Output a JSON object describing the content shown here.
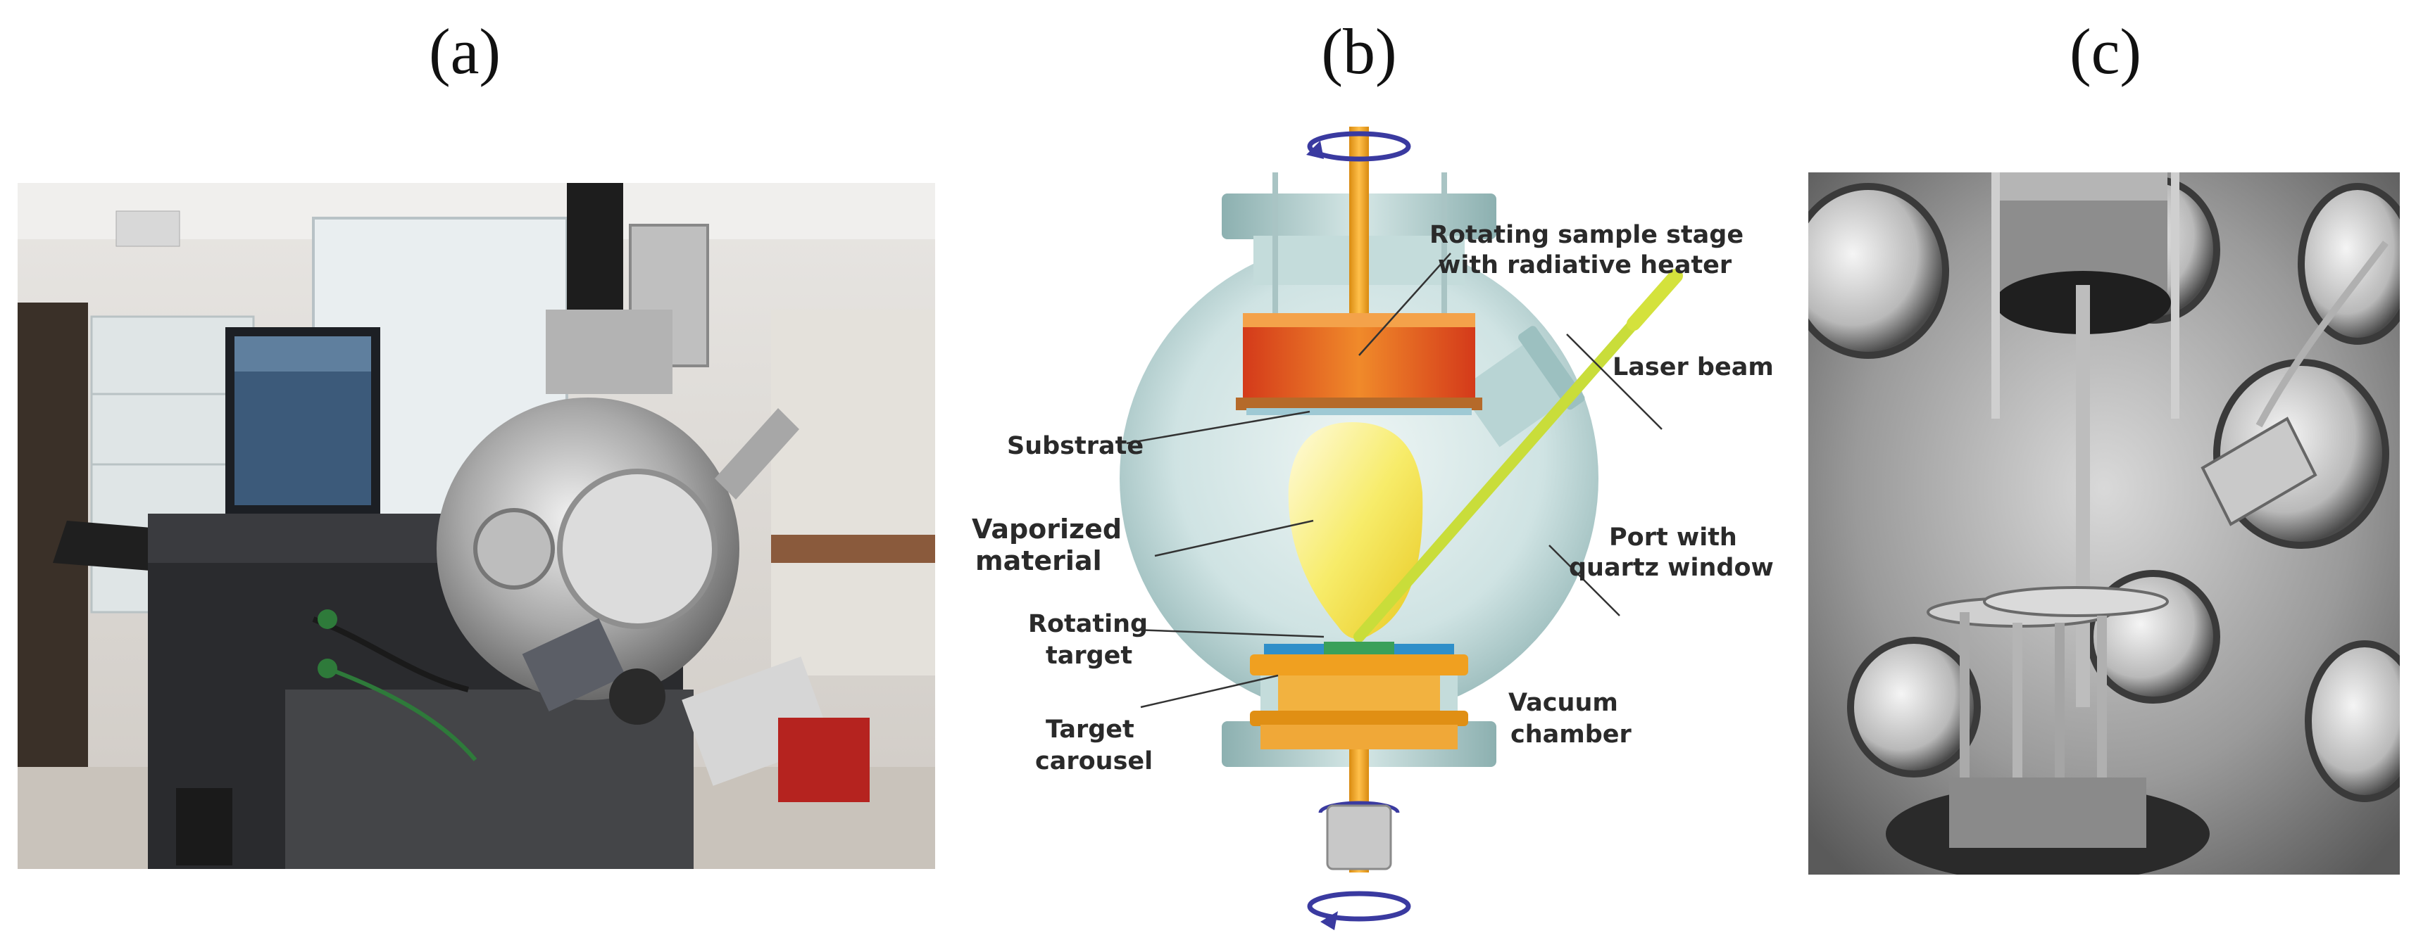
{
  "panels": {
    "a": {
      "label": "(a)"
    },
    "b": {
      "label": "(b)"
    },
    "c": {
      "label": "(c)"
    }
  },
  "diagram": {
    "labels": {
      "stage_line1": "Rotating sample stage",
      "stage_line2": "with radiative heater",
      "laser": "Laser beam",
      "substrate": "Substrate",
      "vapor_line1": "Vaporized",
      "vapor_line2": "material",
      "port_line1": "Port with",
      "port_line2": "quartz window",
      "target_line1": "Rotating",
      "target_line2": "target",
      "vacuum_line1": "Vacuum",
      "vacuum_line2": "chamber",
      "carousel_line1": "Target",
      "carousel_line2": "carousel"
    },
    "colors": {
      "chamber": "#cfe3e3",
      "rod": "#f0a020",
      "stage": "#e8601c",
      "plume": "#f3e04a",
      "beam": "#c9dd3a",
      "arrows": "#3a3aa0"
    }
  }
}
